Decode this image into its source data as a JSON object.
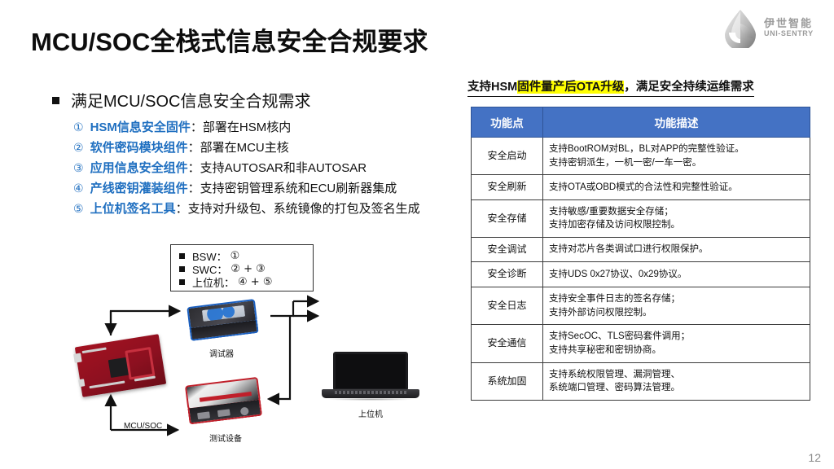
{
  "logo": {
    "cn": "伊世智能",
    "en": "UNI-SENTRY",
    "icon": "droplet-leaf-logo-icon"
  },
  "title": "MCU/SOC全栈式信息安全合规要求",
  "left": {
    "lead": "满足MCU/SOC信息安全合规需求",
    "items": [
      {
        "num": "①",
        "strong": "HSM信息安全固件",
        "rest": "：部署在HSM核内"
      },
      {
        "num": "②",
        "strong": "软件密码模块组件",
        "rest": "：部署在MCU主核"
      },
      {
        "num": "③",
        "strong": "应用信息安全组件",
        "rest": "：支持AUTOSAR和非AUTOSAR"
      },
      {
        "num": "④",
        "strong": "产线密钥灌装组件",
        "rest": "：支持密钥管理系统和ECU刷新器集成"
      },
      {
        "num": "⑤",
        "strong": "上位机签名工具",
        "rest": "：支持对升级包、系统镜像的打包及签名生成"
      }
    ]
  },
  "legend": {
    "rows": [
      {
        "label": "BSW：",
        "marks": "①"
      },
      {
        "label": "SWC：",
        "marks": "② + ③"
      },
      {
        "label": "上位机：",
        "marks": "④ + ⑤"
      }
    ]
  },
  "diagram": {
    "devices": [
      {
        "name": "pcb-board",
        "label": "MCU/SOC"
      },
      {
        "name": "debugger",
        "label": "调试器"
      },
      {
        "name": "test-equipment",
        "label": "测试设备"
      },
      {
        "name": "host-pc-laptop",
        "label": "上位机"
      }
    ]
  },
  "right": {
    "heading_pre": "支持HSM",
    "heading_highlight": "固件量产后OTA升级",
    "heading_post": "，满足安全持续运维需求",
    "table": {
      "headers": [
        "功能点",
        "功能描述"
      ],
      "rows": [
        {
          "point": "安全启动",
          "desc": "支持BootROM对BL，BL对APP的完整性验证。\n支持密钥派生，一机一密/一车一密。"
        },
        {
          "point": "安全刷新",
          "desc": "支持OTA或OBD模式的合法性和完整性验证。"
        },
        {
          "point": "安全存储",
          "desc": "支持敏感/重要数据安全存储；\n支持加密存储及访问权限控制。"
        },
        {
          "point": "安全调试",
          "desc": "支持对芯片各类调试口进行权限保护。"
        },
        {
          "point": "安全诊断",
          "desc": "支持UDS 0x27协议、0x29协议。"
        },
        {
          "point": "安全日志",
          "desc": "支持安全事件日志的签名存储；\n支持外部访问权限控制。"
        },
        {
          "point": "安全通信",
          "desc": "支持SecOC、TLS密码套件调用；\n支持共享秘密和密钥协商。"
        },
        {
          "point": "系统加固",
          "desc": "支持系统权限管理、漏洞管理、\n系统端口管理、密码算法管理。"
        }
      ]
    }
  },
  "page_number": "12",
  "colors": {
    "accent_blue": "#1F6FC0",
    "table_header_blue": "#4472C4",
    "highlight_yellow": "#FFFF00",
    "title_black": "#0D0D0D"
  }
}
